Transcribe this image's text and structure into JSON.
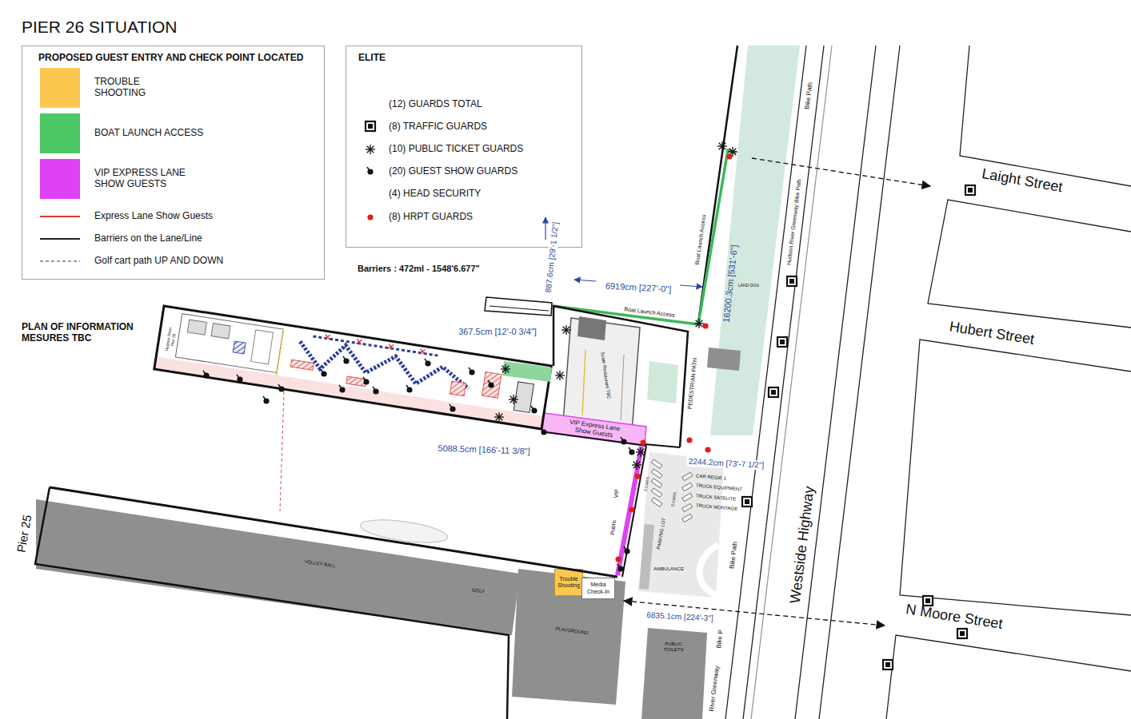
{
  "diagram": {
    "title": "PIER 26 SITUATION",
    "nodes": [
      {
        "text": [
          "PROPOSED GUEST ENTRY AND CHECK POINT LOCATED"
        ]
      },
      {
        "text": [
          "ELITE"
        ]
      },
      {
        "text": [
          "LAND DOG"
        ]
      },
      {
        "text": [
          "Scale Restaurant TBC"
        ]
      },
      {
        "text": [
          "VIP Express Lane Show Guests"
        ]
      },
      {
        "text": [
          "PARKING LOT"
        ]
      },
      {
        "text": [
          "Pier 25",
          "VOLLEY BALL",
          "GOLF"
        ]
      },
      {
        "text": [
          "PLAYGROUND"
        ]
      },
      {
        "text": [
          "Trouble Shooting"
        ]
      },
      {
        "text": [
          "Media Check-In"
        ]
      },
      {
        "text": [
          "PUBLIC TOILETS"
        ]
      }
    ],
    "labels": [
      "PLAN OF INFORMATION MESURES TBC",
      "Barriers : 472ml - 1548'6.677\"",
      "887.6cm [29'-1 1/2\"]",
      "6919cm [227'-0\"]",
      "367.5cm [12'-0 3/4\"]",
      "16200.3cm [531'-6\"]",
      "5088.5cm [166'-11 3/8\"]",
      "2244.2cm [73'-7 1/2\"]",
      "6835.1cm [224'-3\"]",
      "Hudson River Pier 26",
      "Boat Launch Access",
      "Boat Launch Access",
      "PEDESTRIAN PATH",
      "Bike Path",
      "Hudson River Greenway Bike Path",
      "Laight Street",
      "Hubert Street",
      "Westside Highway",
      "N Moore Street",
      "Bike Path",
      "Bike P",
      "River Greenway",
      "VIP",
      "Public",
      "5 CARS",
      "5 CARS",
      "CAR REGIE 1",
      "TRUCK EQUIPMENT",
      "TRUCK SATELITE",
      "TRUCK MONTAGE",
      "AMBULANCE"
    ],
    "legend": [
      {
        "text": "TROUBLE SHOOTING",
        "color": "#FBC84F"
      },
      {
        "text": "BOAT LAUNCH ACCESS",
        "color": "#4CC865"
      },
      {
        "text": "VIP EXPRESS LANE SHOW GUESTS",
        "color": "#E041F3"
      },
      {
        "text": "Express Lane Show Guests"
      },
      {
        "text": "Barriers on the Lane/Line"
      },
      {
        "text": "Golf cart path UP AND DOWN"
      },
      {
        "text": "(12) GUARDS TOTAL"
      },
      {
        "text": "(8) TRAFFIC GUARDS"
      },
      {
        "text": "(10) PUBLIC TICKET GUARDS"
      },
      {
        "text": "(20) GUEST SHOW GUARDS"
      },
      {
        "text": "(4) HEAD SECURITY"
      },
      {
        "text": "(8) HRPT GUARDS"
      }
    ]
  }
}
